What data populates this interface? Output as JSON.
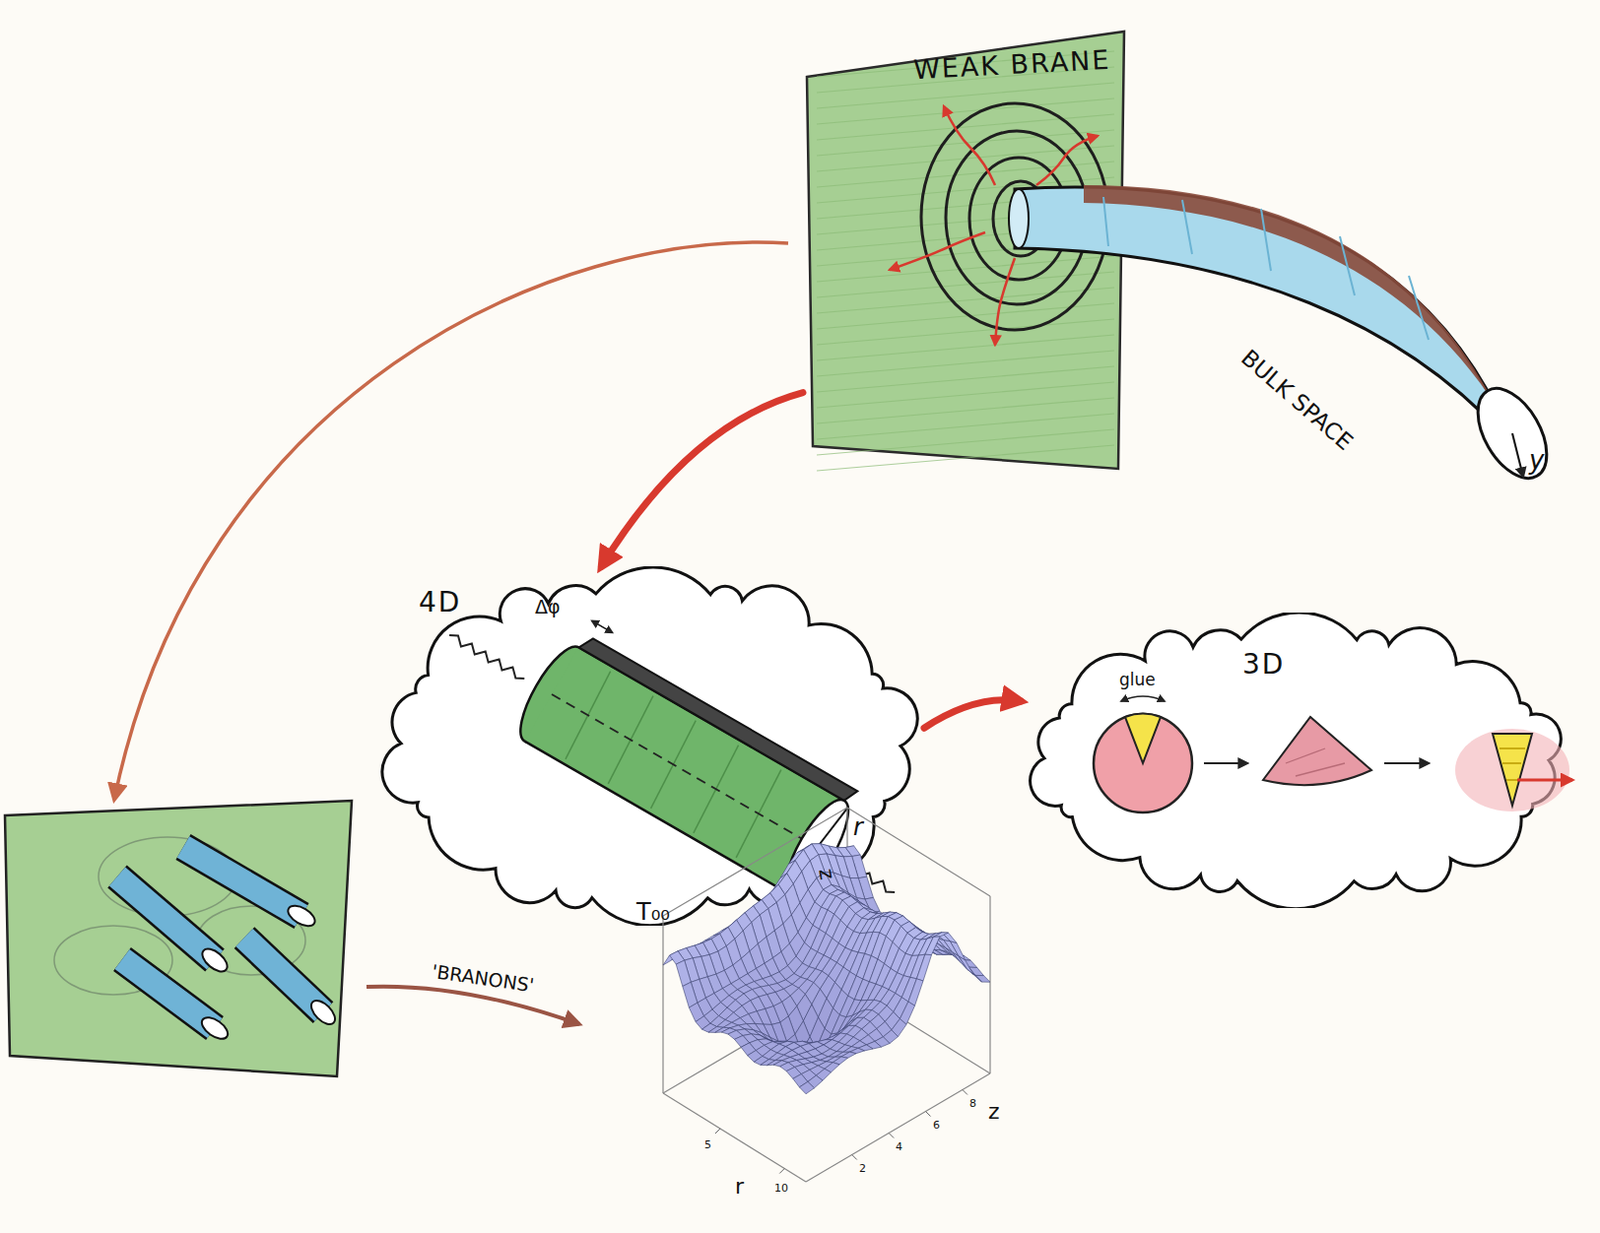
{
  "diagram": {
    "nodes": [
      {
        "text": [
          "WEAK BRANE"
        ]
      },
      {
        "text": [
          "4D"
        ]
      },
      {
        "text": [
          "3D"
        ]
      }
    ],
    "edges": [
      {
        "from": 0,
        "to": 1,
        "arrow": "to"
      },
      {
        "from": 1,
        "to": 2,
        "arrow": "to"
      }
    ],
    "labels": [
      "BULK SPACE",
      "y",
      "Δφ",
      "r",
      "z",
      "glue",
      "'BRANONS'",
      "T₀₀",
      "r",
      "z",
      "5",
      "10",
      "2",
      "4",
      "6",
      "8"
    ]
  }
}
